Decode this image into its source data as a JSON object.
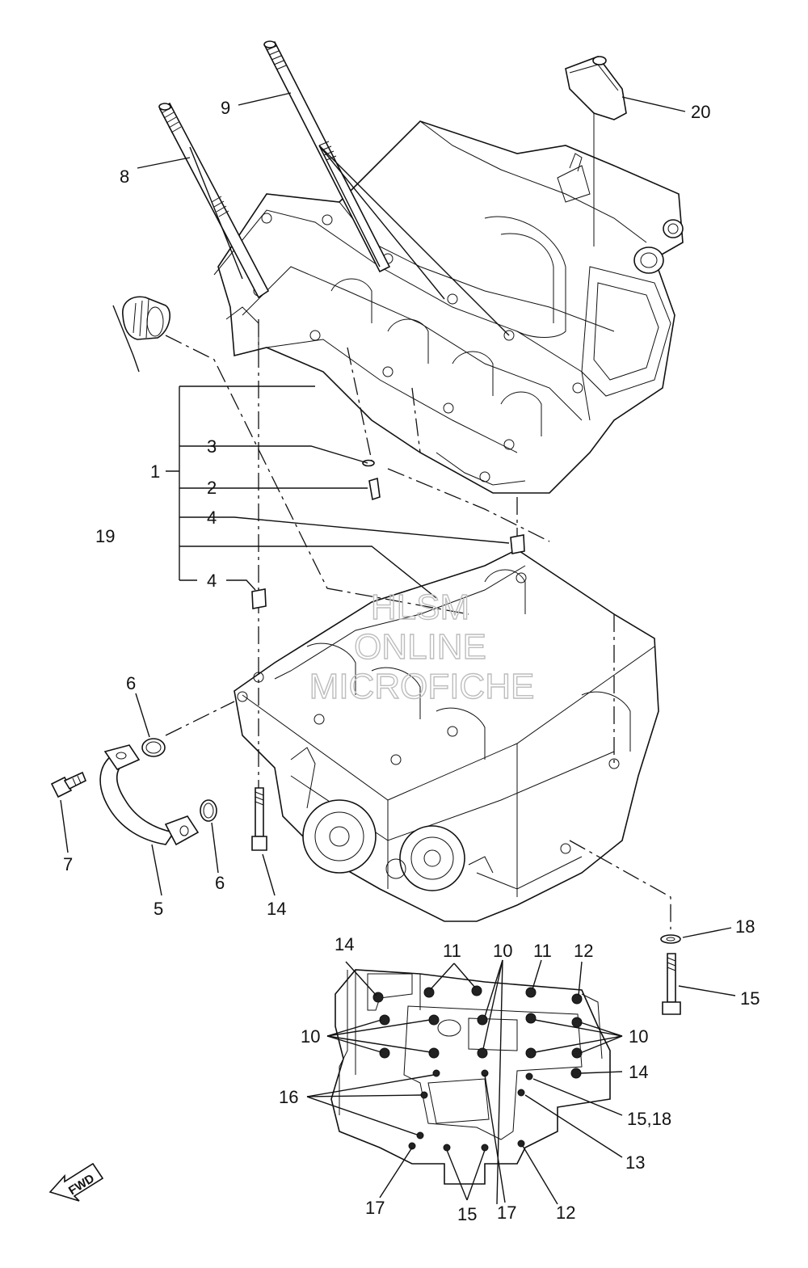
{
  "watermark": {
    "line1": "HLSM",
    "line2": "ONLINE",
    "line3": "MICROFICHE"
  },
  "direction_marker": "FWD",
  "callouts": {
    "p1": "1",
    "p2": "2",
    "p3": "3",
    "p4a": "4",
    "p4b": "4",
    "p5": "5",
    "p6a": "6",
    "p6b": "6",
    "p7": "7",
    "p8": "8",
    "p9": "9",
    "p14a": "14",
    "p18a": "18",
    "p15a": "15",
    "p19": "19",
    "p20": "20"
  },
  "detail_callouts": {
    "c14_top": "14",
    "c11_left": "11",
    "c10_top": "10",
    "c11_right": "11",
    "c12_top": "12",
    "c10_left": "10",
    "c10_right": "10",
    "c14_right": "14",
    "c16": "16",
    "c15_18": "15,18",
    "c13": "13",
    "c17_left": "17",
    "c15_bottom": "15",
    "c17_bottom": "17",
    "c12_bottom": "12"
  }
}
